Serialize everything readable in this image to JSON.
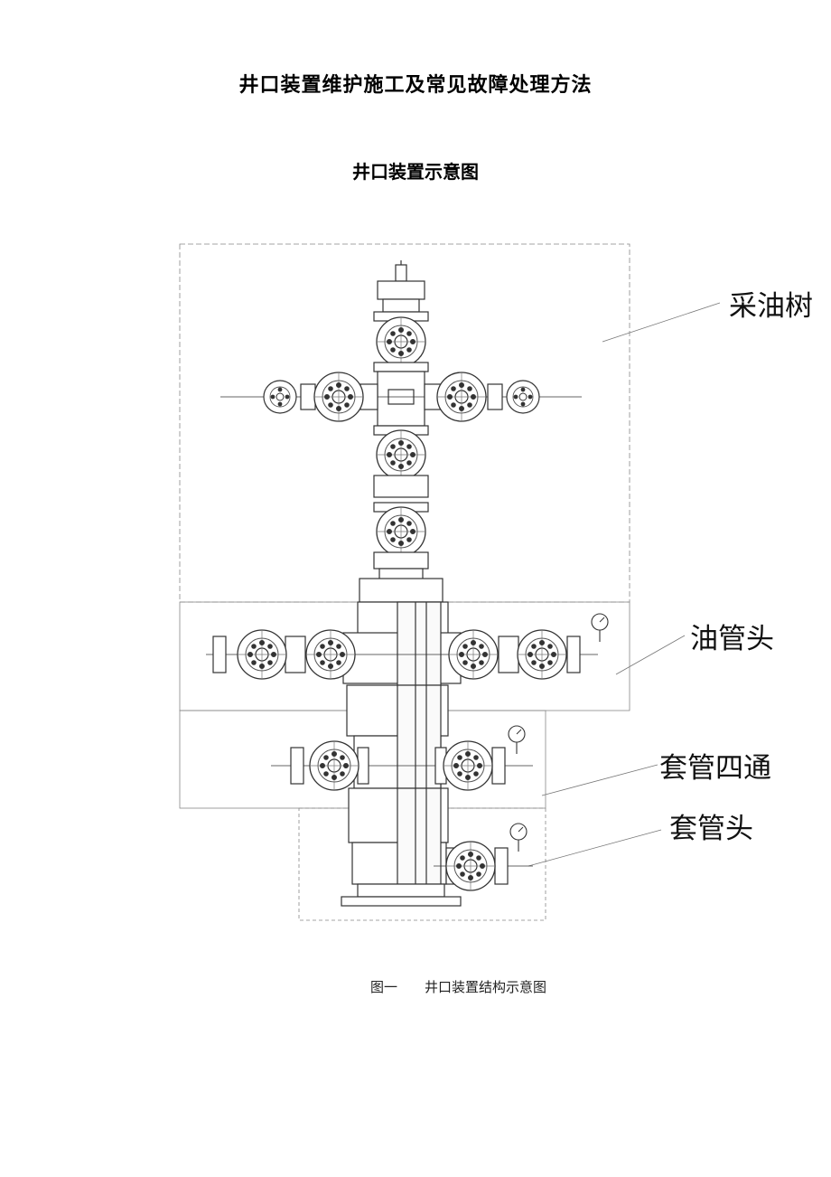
{
  "document": {
    "title": "井口装置维护施工及常见故障处理方法",
    "figure_heading": "井口装置示意图"
  },
  "diagram": {
    "labels": {
      "christmas_tree": "采油树",
      "tubing_head": "油管头",
      "casing_spool": "套管四通",
      "casing_head": "套管头"
    },
    "caption": {
      "number": "图一",
      "text": "井口装置结构示意图"
    }
  },
  "colors": {
    "line": "#333333",
    "frame": "#666666",
    "text": "#000000"
  }
}
